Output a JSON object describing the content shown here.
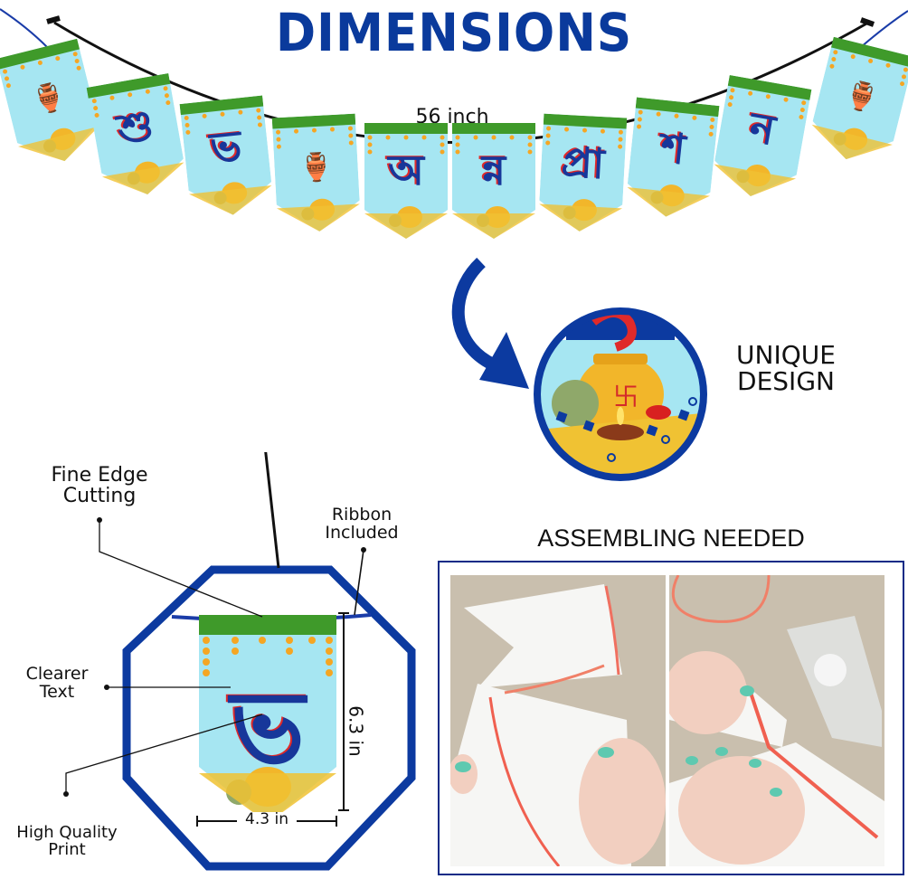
{
  "header": {
    "title": "DIMENSIONS",
    "length_label": "56 inch"
  },
  "banner": {
    "flags": [
      {
        "glyph": "",
        "type": "kalash"
      },
      {
        "glyph": "শু",
        "type": "letter"
      },
      {
        "glyph": "ভ",
        "type": "letter"
      },
      {
        "glyph": "",
        "type": "kalash"
      },
      {
        "glyph": "অ",
        "type": "letter"
      },
      {
        "glyph": "ন্ন",
        "type": "letter"
      },
      {
        "glyph": "প্রা",
        "type": "letter"
      },
      {
        "glyph": "শ",
        "type": "letter"
      },
      {
        "glyph": "ন",
        "type": "letter"
      },
      {
        "glyph": "",
        "type": "kalash"
      }
    ]
  },
  "unique": {
    "label_line1": "UNIQUE",
    "label_line2": "DESIGN"
  },
  "detail": {
    "flag_glyph": "ভ",
    "callouts": {
      "fine_edge_line1": "Fine Edge",
      "fine_edge_line2": "Cutting",
      "ribbon_line1": "Ribbon",
      "ribbon_line2": "Included",
      "clearer_line1": "Clearer",
      "clearer_line2": "Text",
      "hq_line1": "High Quality",
      "hq_line2": "Print"
    },
    "height_label": "6.3 in",
    "width_label": "4.3 in"
  },
  "assembly": {
    "title": "ASSEMBLING NEEDED"
  },
  "colors": {
    "brand_blue": "#0a3a9c",
    "flag_bg": "#a6e6f2",
    "letter_red": "#e02a2a",
    "marigold": "#f5a623",
    "leaf_green": "#3f9a2a"
  }
}
